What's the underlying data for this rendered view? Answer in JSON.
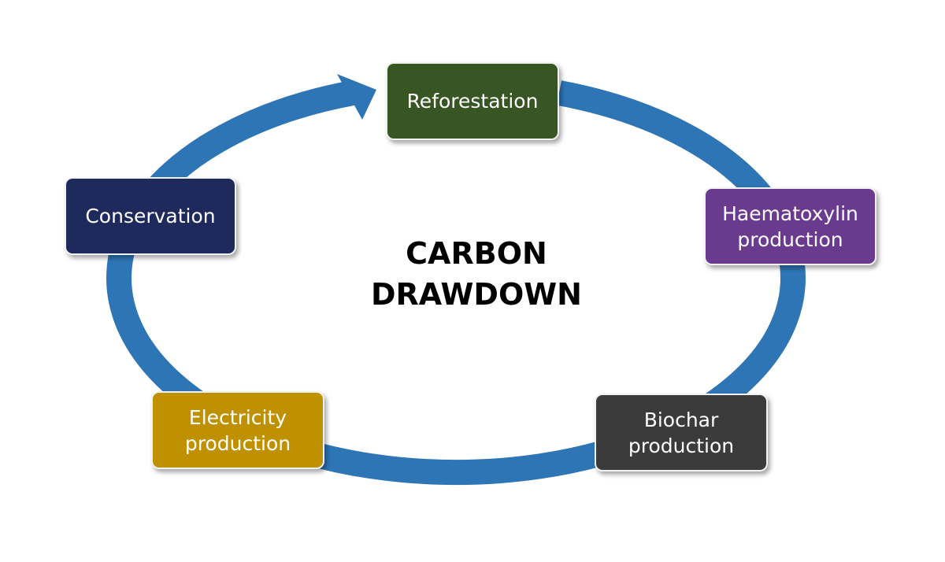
{
  "diagram": {
    "center_title": [
      "CARBON",
      "DRAWDOWN"
    ],
    "nodes": [
      {
        "id": "reforestation",
        "lines": [
          "Reforestation"
        ],
        "color": "#375623"
      },
      {
        "id": "haematoxylin",
        "lines": [
          "Haematoxylin",
          "production"
        ],
        "color": "#6a3a8f"
      },
      {
        "id": "biochar",
        "lines": [
          "Biochar",
          "production"
        ],
        "color": "#3b3b3b"
      },
      {
        "id": "electricity",
        "lines": [
          "Electricity",
          "production"
        ],
        "color": "#bf9000"
      },
      {
        "id": "conservation",
        "lines": [
          "Conservation"
        ],
        "color": "#1f2a5c"
      }
    ],
    "arrow_color": "#2e75b6"
  }
}
